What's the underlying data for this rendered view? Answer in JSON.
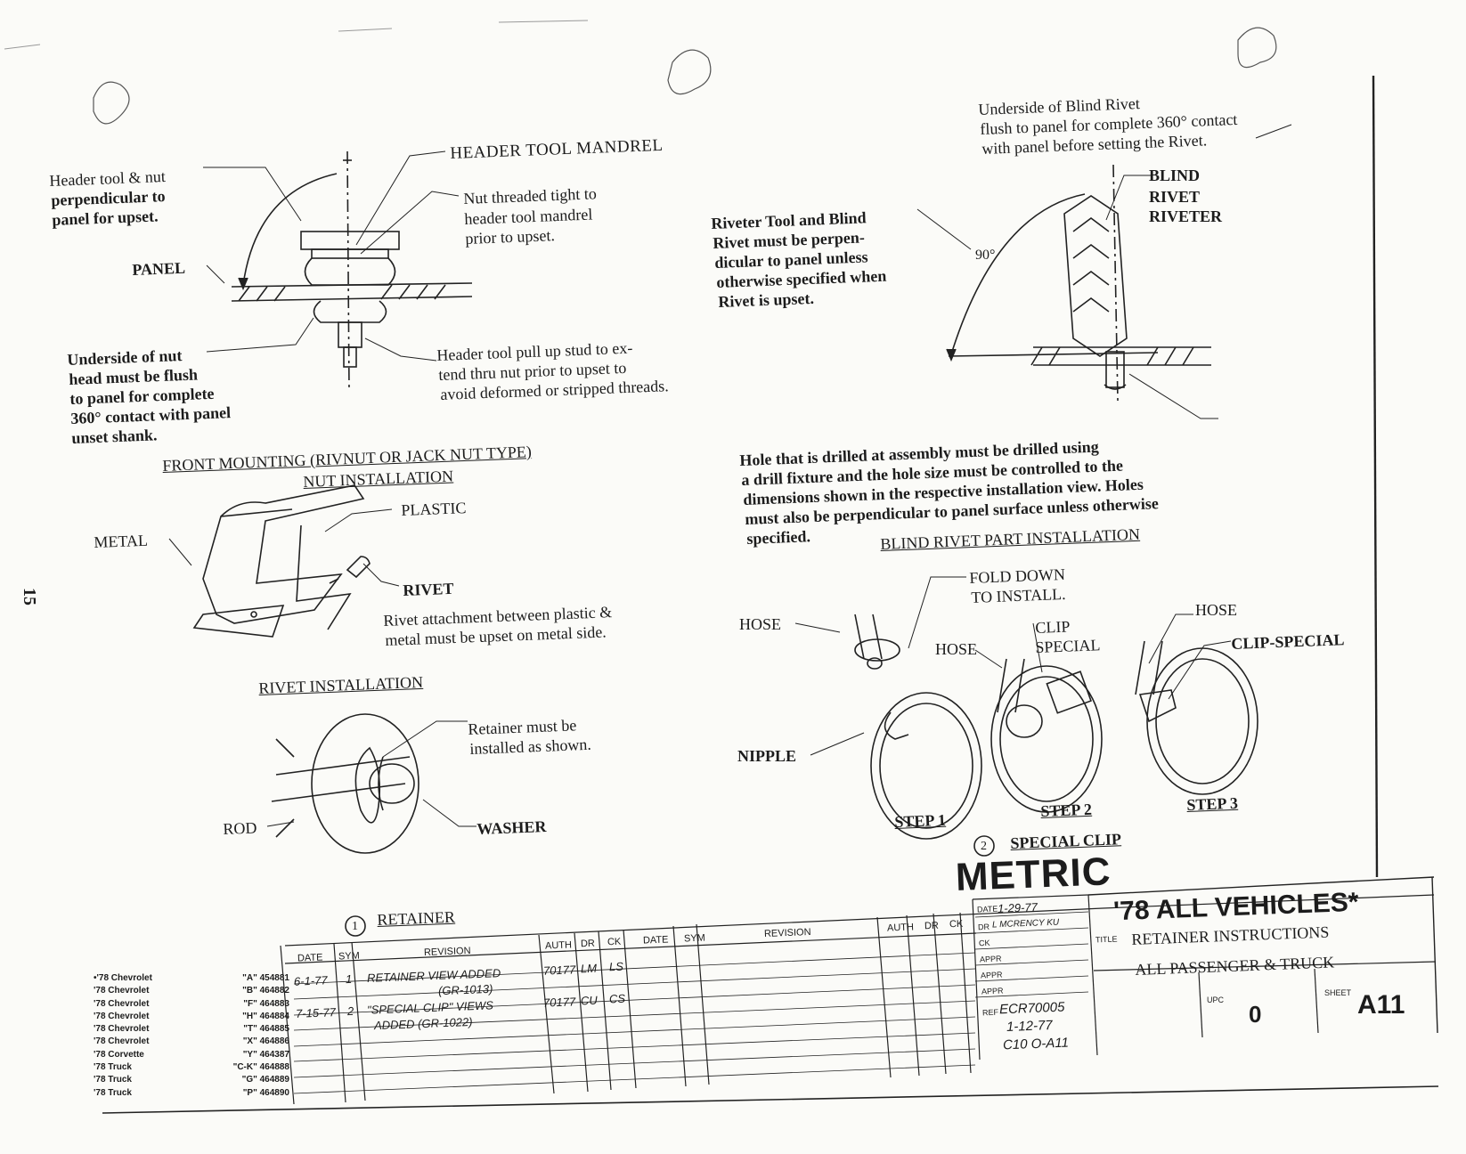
{
  "page_number": "15",
  "header_tool": {
    "label_header_tool_nut": [
      "Header tool & nut",
      "perpendicular to",
      "panel for upset."
    ],
    "label_mandrel": "HEADER TOOL MANDREL",
    "label_nut_threaded": [
      "Nut threaded tight to",
      "header tool mandrel",
      "prior to upset."
    ],
    "label_panel": "PANEL",
    "label_underside": [
      "Underside of nut",
      "head must be flush",
      "to panel for complete",
      "360° contact with panel",
      "unset shank."
    ],
    "label_pull_up": [
      "Header tool pull up stud to ex-",
      "tend thru nut prior to upset to",
      "avoid deformed or stripped threads."
    ],
    "title_line1": "FRONT MOUNTING (RIVNUT OR JACK NUT TYPE)",
    "title_line2": "NUT INSTALLATION"
  },
  "rivet_install": {
    "label_plastic": "PLASTIC",
    "label_metal": "METAL",
    "label_rivet": "RIVET",
    "note": [
      "Rivet attachment between plastic &",
      "metal must be upset on metal side."
    ],
    "title": "RIVET INSTALLATION"
  },
  "retainer": {
    "note": [
      "Retainer must be",
      "installed as shown."
    ],
    "label_rod": "ROD",
    "label_washer": "WASHER",
    "circle_number": "1",
    "title": "RETAINER"
  },
  "blind_rivet": {
    "label_underside": [
      "Underside of Blind Rivet",
      "flush to panel for complete 360° contact",
      "with panel before setting the Rivet."
    ],
    "label_riveter_tool": [
      "Riveter Tool and Blind",
      "Rivet must be perpen-",
      "dicular to panel unless",
      "otherwise specified when",
      "Rivet is upset."
    ],
    "label_blind_rivet_riveter": [
      "BLIND",
      "RIVET",
      "RIVETER"
    ],
    "label_90": "90°",
    "note": [
      "Hole that is drilled at assembly must be drilled using",
      "a drill fixture and the hole size must be controlled to the",
      "dimensions shown in the respective installation view.  Holes",
      "must also be perpendicular to panel surface unless otherwise",
      "specified."
    ],
    "title": "BLIND RIVET PART INSTALLATION"
  },
  "special_clip": {
    "label_fold_down": [
      "FOLD DOWN",
      "TO INSTALL."
    ],
    "label_hose_1": "HOSE",
    "label_hose_2": "HOSE",
    "label_hose_3": "HOSE",
    "label_clip_special_2": [
      "CLIP",
      "SPECIAL"
    ],
    "label_clip_special_3": "CLIP-SPECIAL",
    "label_nipple": "NIPPLE",
    "step1": "STEP 1",
    "step2": "STEP 2",
    "step3": "STEP 3",
    "circle_number": "2",
    "title": "SPECIAL CLIP"
  },
  "metric": "METRIC",
  "vehicles": [
    {
      "name": "•'78 Chevrolet",
      "code": "\"A\" 454881"
    },
    {
      "name": "'78 Chevrolet",
      "code": "\"B\" 464882"
    },
    {
      "name": "'78 Chevrolet",
      "code": "\"F\" 464883"
    },
    {
      "name": "'78 Chevrolet",
      "code": "\"H\" 464884"
    },
    {
      "name": "'78 Chevrolet",
      "code": "\"T\" 464885"
    },
    {
      "name": "'78 Chevrolet",
      "code": "\"X\" 464886"
    },
    {
      "name": "'78 Corvette",
      "code": "\"Y\" 464387"
    },
    {
      "name": "'78 Truck",
      "code": "\"C-K\" 464888"
    },
    {
      "name": "'78 Truck",
      "code": "\"G\" 464889"
    },
    {
      "name": "'78 Truck",
      "code": "\"P\" 464890"
    }
  ],
  "revision_table": {
    "headers": [
      "DATE",
      "SYM",
      "REVISION",
      "AUTH",
      "DR",
      "CK"
    ],
    "rows": [
      {
        "date": "6-1-77",
        "sym": "1",
        "revision": "RETAINER VIEW ADDED",
        "revision2": "(GR-1013)",
        "auth": "70177",
        "dr": "LM",
        "ck": "LS"
      },
      {
        "date": "7-15-77",
        "sym": "2",
        "revision": "\"SPECIAL CLIP\" VIEWS",
        "revision2": "ADDED (GR-1022)",
        "auth": "70177",
        "dr": "CU",
        "ck": "CS"
      }
    ]
  },
  "title_block": {
    "vehicles_title": "'78 ALL VEHICLES*",
    "title_label": "TITLE",
    "title_line1": "RETAINER INSTRUCTIONS",
    "title_line2": "ALL PASSENGER & TRUCK",
    "date_label": "DATE",
    "date_value": "1-29-77",
    "dr_label": "DR",
    "dr_value": "L MCRENCY KU",
    "ck_label": "CK",
    "appr_labels": [
      "APPR",
      "APPR",
      "APPR"
    ],
    "ref_label": "REF",
    "ref_value": "ECR70005",
    "ref_date": "1-12-77",
    "ref_code": "C10 O-A11",
    "upc_label": "UPC",
    "upc_value": "0",
    "sheet_label": "SHEET",
    "sheet_value": "A11"
  }
}
